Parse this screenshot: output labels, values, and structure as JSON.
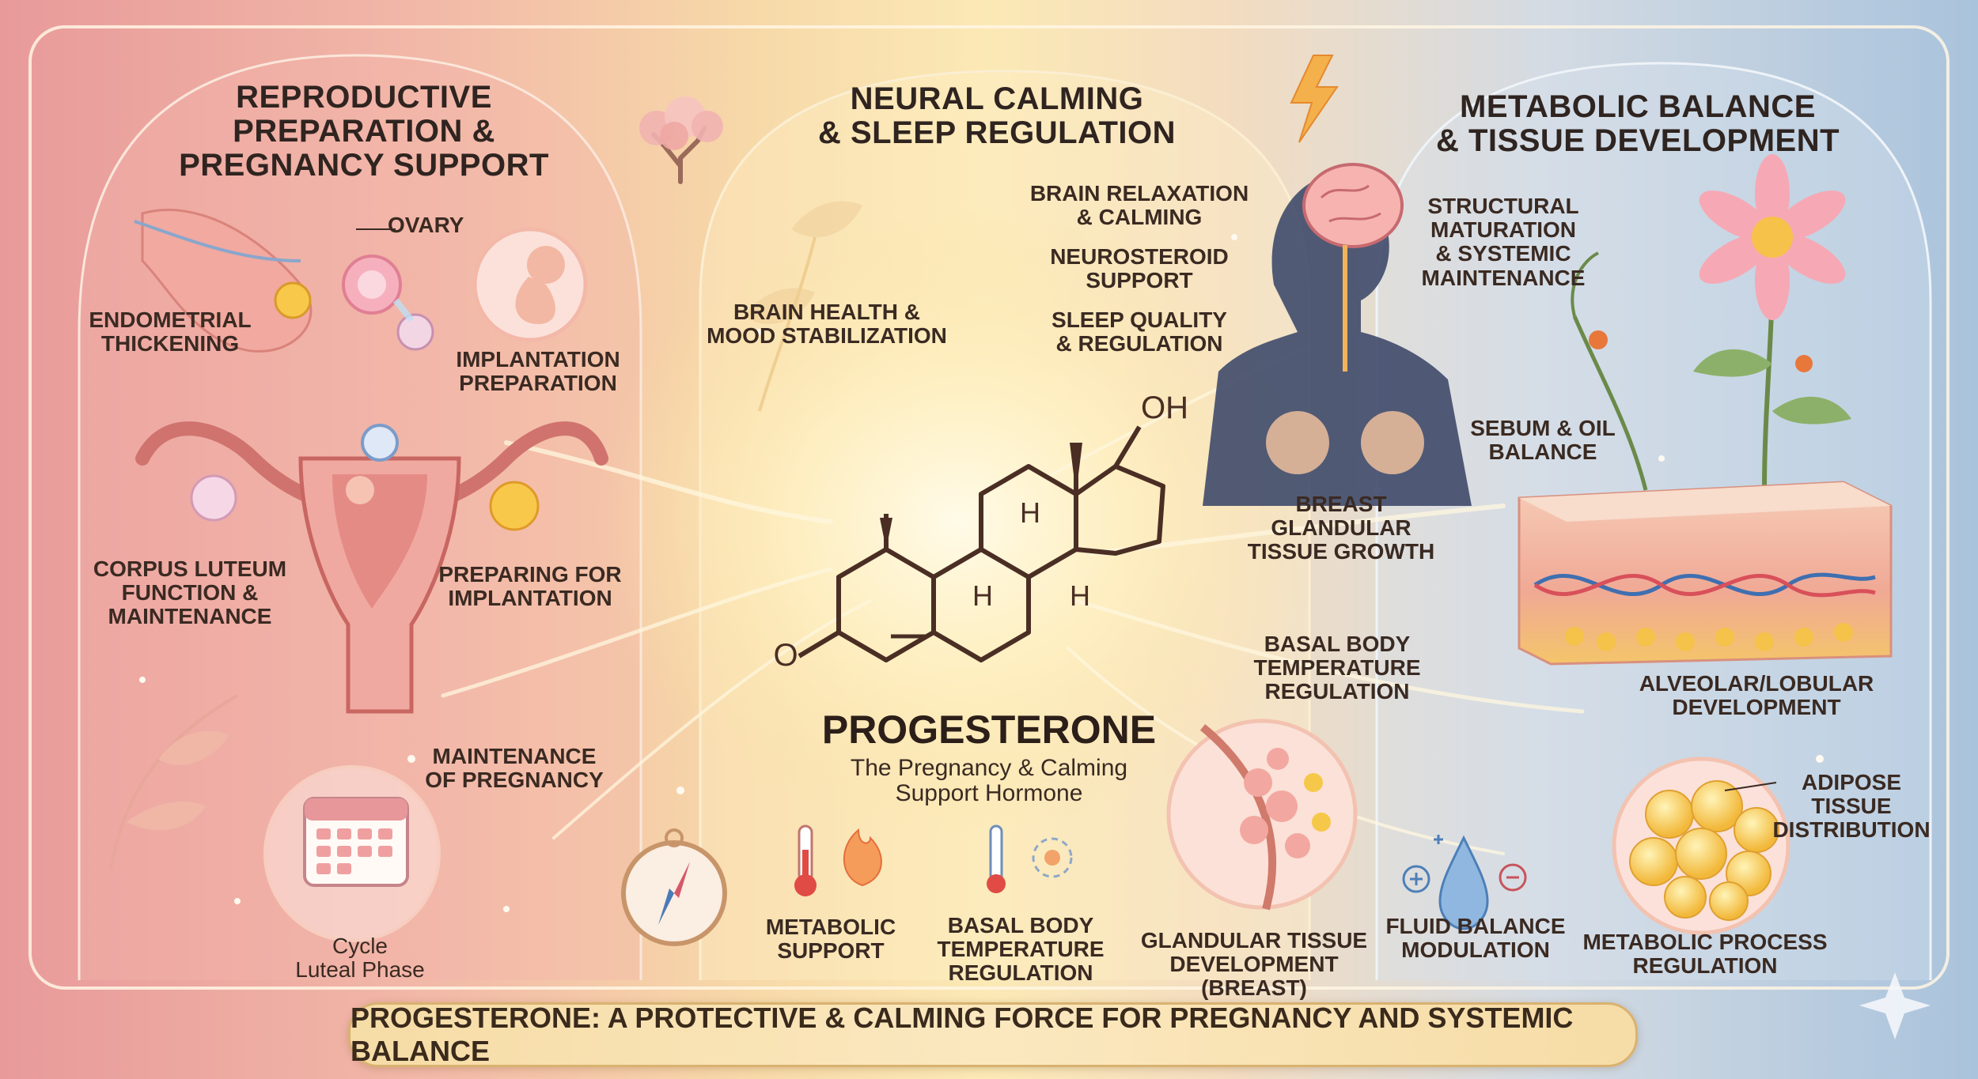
{
  "panels": {
    "left": {
      "heading": "REPRODUCTIVE\nPREPARATION &\nPREGNANCY SUPPORT",
      "labels": {
        "ovary": "OVARY",
        "endometrial": "ENDOMETRIAL\nTHICKENING",
        "implantation_prep": "IMPLANTATION\nPREPARATION",
        "corpus_luteum": "CORPUS LUTEUM\nFUNCTION &\nMAINTENANCE",
        "preparing_implantation": "PREPARING FOR\nIMPLANTATION",
        "maintenance_pregnancy": "MAINTENANCE\nOF PREGNANCY",
        "cycle": "Cycle\nLuteal Phase"
      }
    },
    "center": {
      "heading": "NEURAL CALMING\n& SLEEP REGULATION",
      "labels": {
        "brain_health": "BRAIN HEALTH &\nMOOD STABILIZATION",
        "brain_relaxation": "BRAIN RELAXATION\n& CALMING",
        "neurosteroid": "NEUROSTEROID\nSUPPORT",
        "sleep_quality": "SLEEP QUALITY\n& REGULATION",
        "breast_glandular": "BREAST\nGLANDULAR\nTISSUE GROWTH",
        "basal_body_temp_1": "BASAL BODY\nTEMPERATURE\nREGULATION",
        "metabolic_support": "METABOLIC\nSUPPORT",
        "basal_body_temp_2": "BASAL BODY\nTEMPERATURE\nREGULATION"
      },
      "molecule": {
        "title": "PROGESTERONE",
        "subtitle": "The Pregnancy & Calming\nSupport Hormone",
        "atoms": {
          "oh": "OH",
          "o": "O",
          "h1": "H",
          "h2": "H",
          "h3": "H"
        }
      }
    },
    "right": {
      "heading": "METABOLIC BALANCE\n& TISSUE DEVELOPMENT",
      "labels": {
        "structural": "STRUCTURAL\nMATURATION\n& SYSTEMIC\nMAINTENANCE",
        "sebum": "SEBUM & OIL\nBALANCE",
        "alveolar": "ALVEOLAR/LOBULAR\nDEVELOPMENT",
        "adipose": "ADIPOSE\nTISSUE\nDistribution",
        "glandular_tissue": "GLANDULAR TISSUE\nDEVELOPMENT (Breast)",
        "fluid_balance": "FLUID BALANCE\nMODULATION",
        "metabolic_process": "METABOLIC PROCESS\nREGULATION"
      }
    }
  },
  "footer": "PROGESTERONE: A PROTECTIVE & CALMING FORCE FOR PREGNANCY AND SYSTEMIC BALANCE",
  "icons": [
    "tree-icon",
    "lightning-icon",
    "uterus-icon",
    "ovary-icon",
    "fetus-icon",
    "calendar-icon",
    "compass-icon",
    "thermometer-icon",
    "flame-icon",
    "brain-silhouette-icon",
    "flower-icon",
    "skin-layer-icon",
    "dna-icon",
    "breast-tissue-icon",
    "water-drop-icon",
    "adipose-cells-icon",
    "sparkle-icon",
    "leaf-icon"
  ],
  "colors": {
    "accent_gold": "#d9b270",
    "molecule": "#4a2e24",
    "left_bg": "#e89a9a",
    "right_bg": "#a9c3dc"
  }
}
